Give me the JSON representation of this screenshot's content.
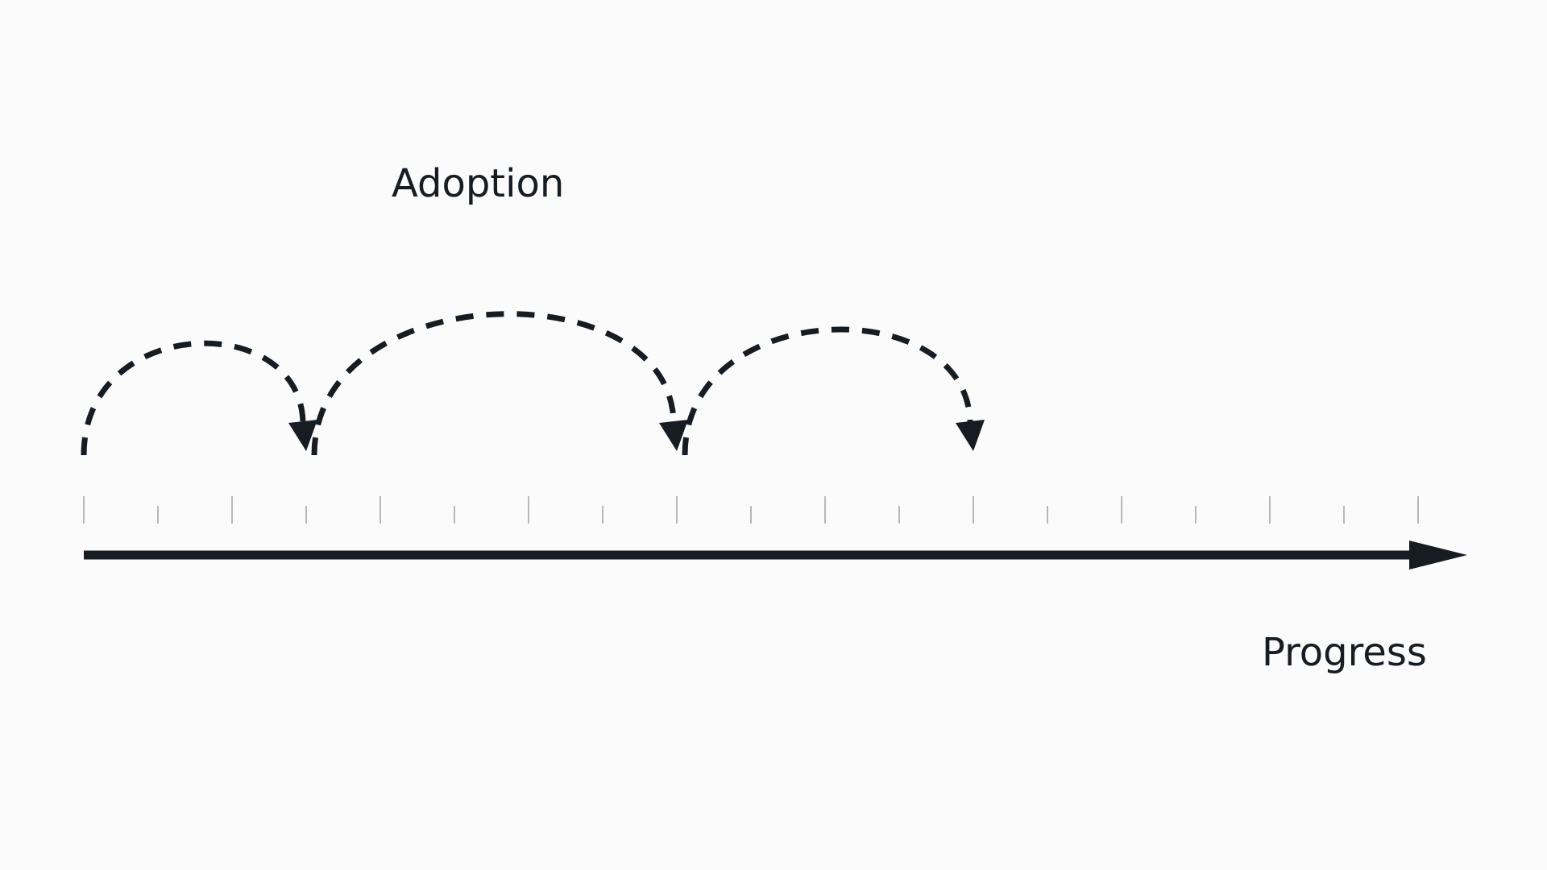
{
  "diagram": {
    "top_label": "Adoption",
    "axis_label": "Progress",
    "colors": {
      "background": "#fbfbfb",
      "ink": "#161c22",
      "tick": "#b8b8b8"
    },
    "axis": {
      "tick_count": 19,
      "major_every": 2
    },
    "jumps": [
      {
        "from_tick": 0,
        "to_tick": 3
      },
      {
        "from_tick": 3,
        "to_tick": 8
      },
      {
        "from_tick": 8,
        "to_tick": 12
      }
    ]
  }
}
